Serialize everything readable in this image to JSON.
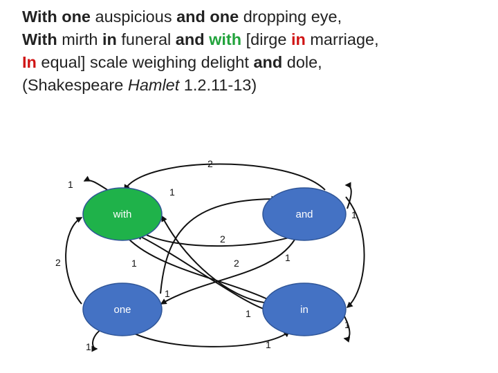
{
  "quote": {
    "line1": [
      {
        "text": "With one",
        "style": "b"
      },
      {
        "text": " auspicious ",
        "style": ""
      },
      {
        "text": "and one",
        "style": "b"
      },
      {
        "text": " dropping eye,",
        "style": ""
      }
    ],
    "line2": [
      {
        "text": "With",
        "style": "b"
      },
      {
        "text": " mirth ",
        "style": ""
      },
      {
        "text": "in",
        "style": "b"
      },
      {
        "text": " funeral ",
        "style": ""
      },
      {
        "text": "and",
        "style": "b"
      },
      {
        "text": " ",
        "style": ""
      },
      {
        "text": "with",
        "style": "b green"
      },
      {
        "text": " [dirge ",
        "style": ""
      },
      {
        "text": "in",
        "style": "b red"
      },
      {
        "text": " marriage,",
        "style": ""
      }
    ],
    "line3": [
      {
        "text": "In",
        "style": "b red"
      },
      {
        "text": " equal] scale weighing delight ",
        "style": ""
      },
      {
        "text": "and",
        "style": "b"
      },
      {
        "text": " dole,",
        "style": ""
      }
    ],
    "line4": [
      {
        "text": "(Shakespeare ",
        "style": ""
      },
      {
        "text": "Hamlet",
        "style": "it"
      },
      {
        "text": " 1.2.11-13)",
        "style": ""
      }
    ]
  },
  "graph": {
    "nodes": {
      "with": {
        "label": "with",
        "fill": "#1fb24a"
      },
      "and": {
        "label": "and",
        "fill": "#4472c4"
      },
      "one": {
        "label": "one",
        "fill": "#4472c4"
      },
      "in": {
        "label": "in",
        "fill": "#4472c4"
      }
    },
    "edge_weights": {
      "and_to_with_top": "2",
      "with_self": "1",
      "one_to_and": "1",
      "and_self": "1",
      "with_to_and_mid": "2",
      "one_to_with": "2",
      "in_to_with": "1",
      "with_to_in": "2",
      "and_to_one": "1",
      "in_to_with_low": "1",
      "one_self": "1",
      "one_to_in_bottom": "1",
      "in_self": "1"
    }
  }
}
